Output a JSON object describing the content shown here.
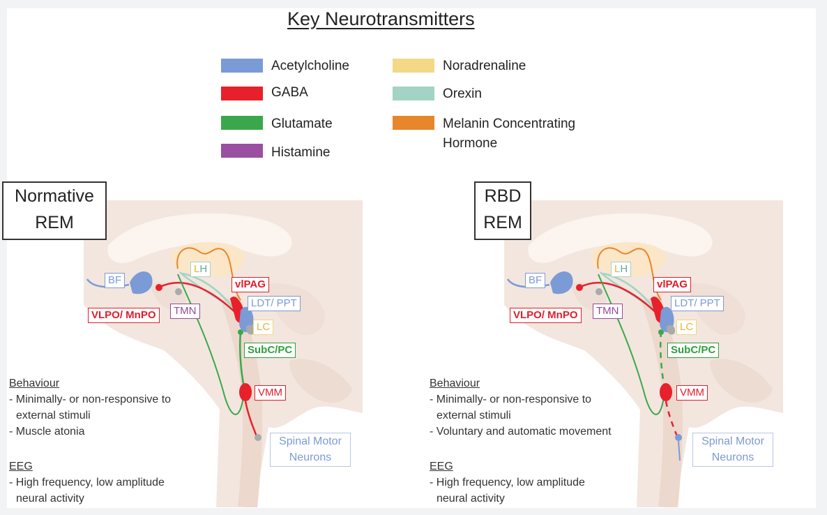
{
  "title": "Key Neurotransmitters",
  "legend": [
    {
      "label": "Acetylcholine",
      "color": "#7b9bd6"
    },
    {
      "label": "GABA",
      "color": "#e8202b"
    },
    {
      "label": "Glutamate",
      "color": "#3aa84a"
    },
    {
      "label": "Histamine",
      "color": "#9b4fa0"
    },
    {
      "label": "Noradrenaline",
      "color": "#f3d987"
    },
    {
      "label": "Orexin",
      "color": "#a2d3c4"
    },
    {
      "label": "Melanin Concentrating",
      "label2": "Hormone",
      "color": "#e7862a"
    }
  ],
  "panels": [
    {
      "title_line1": "Normative",
      "title_line2": "REM",
      "labels": {
        "bf": "BF",
        "lh_l": "L",
        "lh_h": "H",
        "vlpag": "vlPAG",
        "ldt": "LDT/ PPT",
        "vlpo": "VLPO/ MnPO",
        "tmn": "TMN",
        "lc": "LC",
        "subc": "SubC/PC",
        "vmm": "VMM",
        "spinal1": "Spinal Motor",
        "spinal2": "Neurons"
      },
      "behaviour_heading": "Behaviour",
      "behaviour": [
        "- Minimally- or non-responsive to",
        "external stimuli",
        "- Muscle atonia"
      ],
      "eeg_heading": "EEG",
      "eeg": [
        "- High frequency, low amplitude",
        "neural activity"
      ]
    },
    {
      "title_line1": "RBD",
      "title_line2": "REM",
      "labels": {
        "bf": "BF",
        "lh_l": "L",
        "lh_h": "H",
        "vlpag": "vlPAG",
        "ldt": "LDT/ PPT",
        "vlpo": "VLPO/ MnPO",
        "tmn": "TMN",
        "lc": "LC",
        "subc": "SubC/PC",
        "vmm": "VMM",
        "spinal1": "Spinal Motor",
        "spinal2": "Neurons"
      },
      "behaviour_heading": "Behaviour",
      "behaviour": [
        "- Minimally- or non-responsive to",
        "external stimuli",
        "- Voluntary and automatic movement"
      ],
      "eeg_heading": "EEG",
      "eeg": [
        "- High frequency, low amplitude",
        "neural activity"
      ]
    }
  ]
}
